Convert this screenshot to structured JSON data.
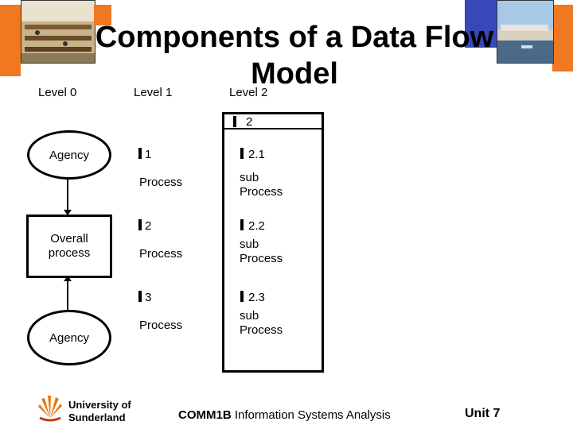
{
  "title": "Components of a Data Flow Model",
  "levels": {
    "l0": "Level 0",
    "l1": "Level 1",
    "l2": "Level 2"
  },
  "level0": {
    "top": "Agency",
    "middle": "Overall process",
    "bottom": "Agency"
  },
  "level1": [
    {
      "id": "1",
      "label": "Process"
    },
    {
      "id": "2",
      "label": "Process"
    },
    {
      "id": "3",
      "label": "Process"
    }
  ],
  "level2": {
    "id": "2",
    "items": [
      {
        "id": "2.1",
        "label": "sub Process"
      },
      {
        "id": "2.2",
        "label": "sub Process"
      },
      {
        "id": "2.3",
        "label": "sub Process"
      }
    ]
  },
  "footer": {
    "university": "University of Sunderland",
    "course_code": "COMM1B",
    "course_name": "Information Systems Analysis",
    "unit": "Unit 7"
  },
  "colors": {
    "accent_orange": "#f07820",
    "accent_blue": "#3848b8"
  }
}
